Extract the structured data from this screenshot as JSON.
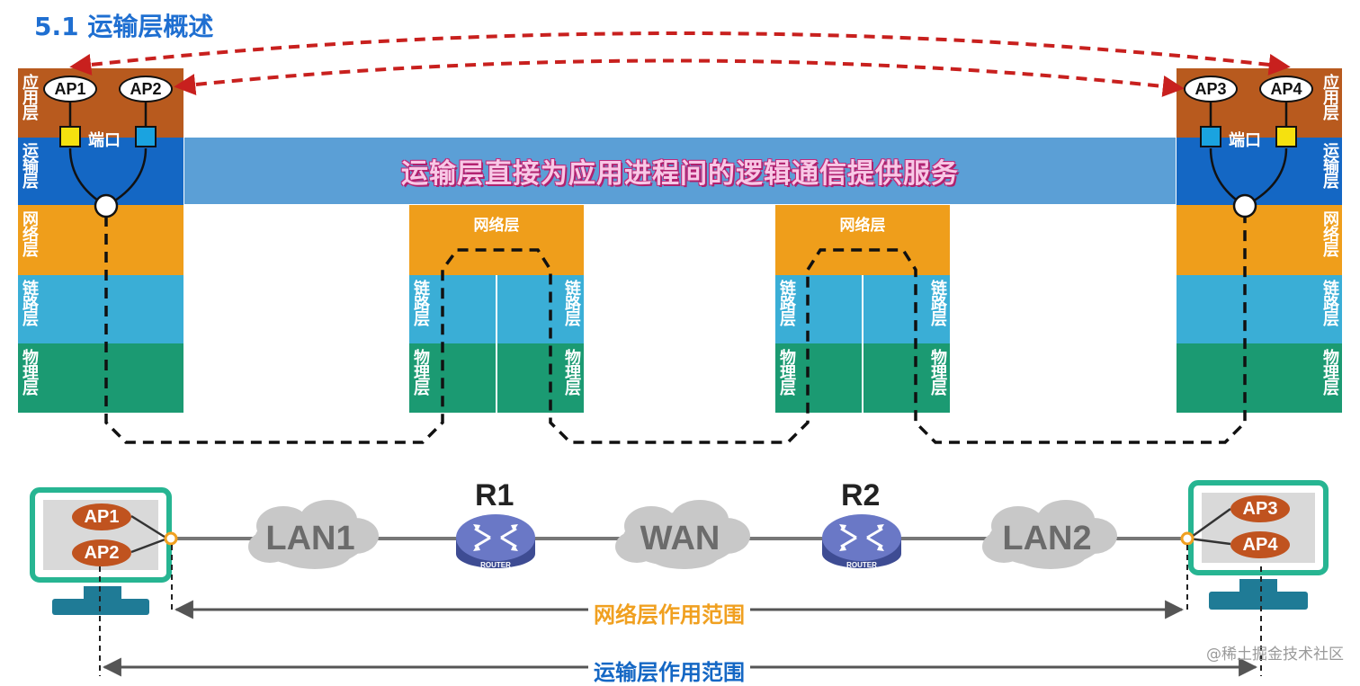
{
  "title": "5.1 运输层概述",
  "banner_text": "运输层直接为应用进程间的逻辑通信提供服务",
  "layers": {
    "application": "应用层",
    "transport": "运输层",
    "network": "网络层",
    "link": "链路层",
    "physical": "物理层"
  },
  "processes": {
    "ap1": "AP1",
    "ap2": "AP2",
    "ap3": "AP3",
    "ap4": "AP4"
  },
  "port_label": "端口",
  "router_network_label": "网络层",
  "topology": {
    "lan1": "LAN1",
    "wan": "WAN",
    "lan2": "LAN2",
    "r1": "R1",
    "r2": "R2",
    "router_caption": "ROUTER"
  },
  "ranges": {
    "network_scope": "网络层作用范围",
    "transport_scope": "运输层作用范围"
  },
  "watermark": "@稀土掘金技术社区",
  "colors": {
    "application": "#b85a1e",
    "transport": "#1467c4",
    "network": "#ef9e1b",
    "link": "#3aaed6",
    "physical": "#1b9a72",
    "banner": "#5b9fd6",
    "title": "#1f6fd1",
    "dashed_arrow": "#c8201e",
    "network_scope": "#f0a020",
    "transport_scope": "#1467c4",
    "host_frame": "#27b592"
  }
}
